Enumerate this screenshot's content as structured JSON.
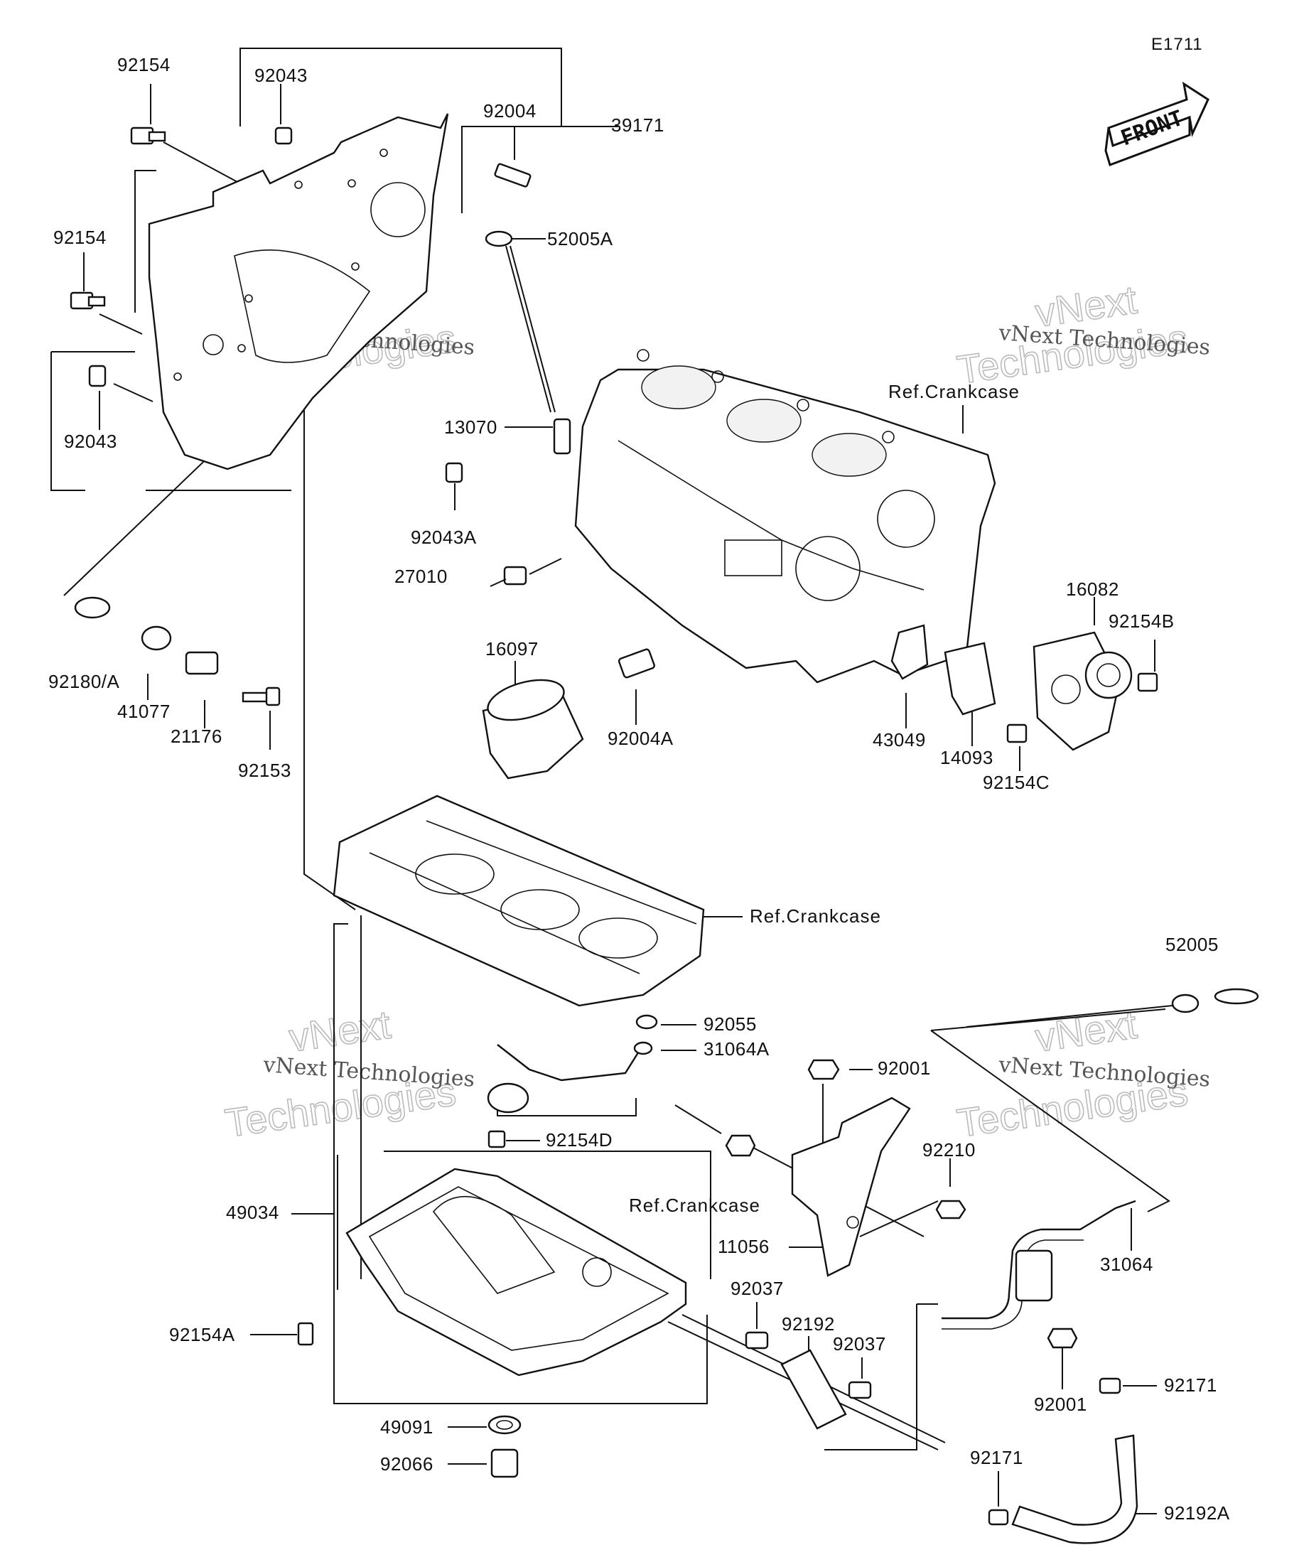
{
  "diagram_code": "E1711",
  "front_arrow_label": "FRONT",
  "watermark": {
    "line1": "vNext Technologies",
    "word1": "vNext",
    "word2": "Technologies"
  },
  "parts": [
    {
      "id": "92154_top",
      "label": "92154"
    },
    {
      "id": "92043_top",
      "label": "92043"
    },
    {
      "id": "92004",
      "label": "92004"
    },
    {
      "id": "39171",
      "label": "39171"
    },
    {
      "id": "92154_left",
      "label": "92154"
    },
    {
      "id": "52005A",
      "label": "52005A"
    },
    {
      "id": "92043_left",
      "label": "92043"
    },
    {
      "id": "13070",
      "label": "13070"
    },
    {
      "id": "92043A",
      "label": "92043A"
    },
    {
      "id": "27010",
      "label": "27010"
    },
    {
      "id": "16082",
      "label": "16082"
    },
    {
      "id": "92154B",
      "label": "92154B"
    },
    {
      "id": "16097",
      "label": "16097"
    },
    {
      "id": "92180A",
      "label": "92180/A"
    },
    {
      "id": "41077",
      "label": "41077"
    },
    {
      "id": "21176",
      "label": "21176"
    },
    {
      "id": "92153",
      "label": "92153"
    },
    {
      "id": "92004A",
      "label": "92004A"
    },
    {
      "id": "43049",
      "label": "43049"
    },
    {
      "id": "14093",
      "label": "14093"
    },
    {
      "id": "92154C",
      "label": "92154C"
    },
    {
      "id": "52005",
      "label": "52005"
    },
    {
      "id": "92055",
      "label": "92055"
    },
    {
      "id": "31064A",
      "label": "31064A"
    },
    {
      "id": "92001_top",
      "label": "92001"
    },
    {
      "id": "92154D",
      "label": "92154D"
    },
    {
      "id": "92210",
      "label": "92210"
    },
    {
      "id": "49034",
      "label": "49034"
    },
    {
      "id": "11056",
      "label": "11056"
    },
    {
      "id": "31064",
      "label": "31064"
    },
    {
      "id": "92037_a",
      "label": "92037"
    },
    {
      "id": "92192",
      "label": "92192"
    },
    {
      "id": "92037_b",
      "label": "92037"
    },
    {
      "id": "92154A",
      "label": "92154A"
    },
    {
      "id": "92001_bottom",
      "label": "92001"
    },
    {
      "id": "92171_right",
      "label": "92171"
    },
    {
      "id": "49091",
      "label": "49091"
    },
    {
      "id": "92066",
      "label": "92066"
    },
    {
      "id": "92171_bottom",
      "label": "92171"
    },
    {
      "id": "92192A",
      "label": "92192A"
    }
  ],
  "references": [
    {
      "id": "ref_crankcase_upper",
      "label": "Ref.Crankcase"
    },
    {
      "id": "ref_crankcase_middle",
      "label": "Ref.Crankcase"
    },
    {
      "id": "ref_crankcase_lower",
      "label": "Ref.Crankcase"
    }
  ]
}
